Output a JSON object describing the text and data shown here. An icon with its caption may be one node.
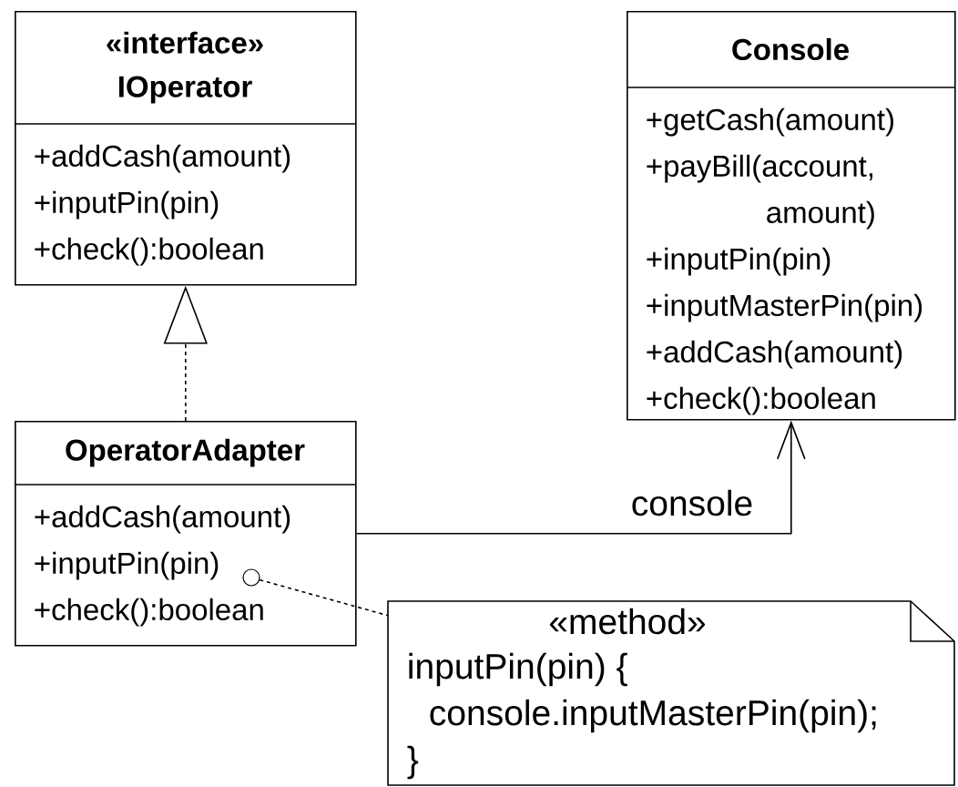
{
  "diagram": {
    "nodes": [
      {
        "text": [
          "«interface» IOperator",
          "+addCash(amount)",
          "+inputPin(pin)",
          "+check():boolean"
        ]
      },
      {
        "text": [
          "OperatorAdapter",
          "+addCash(amount)",
          "+inputPin(pin)",
          "+check():boolean"
        ]
      },
      {
        "text": [
          "Console",
          "+getCash(amount)",
          "+payBill(account, amount)",
          "+inputPin(pin)",
          "+inputMasterPin(pin)",
          "+addCash(amount)",
          "+check():boolean"
        ]
      },
      {
        "text": [
          "«method»",
          "inputPin(pin) {",
          "console.inputMasterPin(pin);",
          "}"
        ]
      },
      {
        "text": [],
        "shape": "circle",
        "in": 1
      }
    ],
    "edges": [
      {
        "from": 1,
        "to": 0,
        "arrow": "to",
        "style": "dashed"
      },
      {
        "from": 1,
        "to": 2,
        "arrow": "to",
        "label": "console"
      },
      {
        "from": 4,
        "to": 3,
        "arrow": "none",
        "style": "dashed"
      }
    ]
  }
}
